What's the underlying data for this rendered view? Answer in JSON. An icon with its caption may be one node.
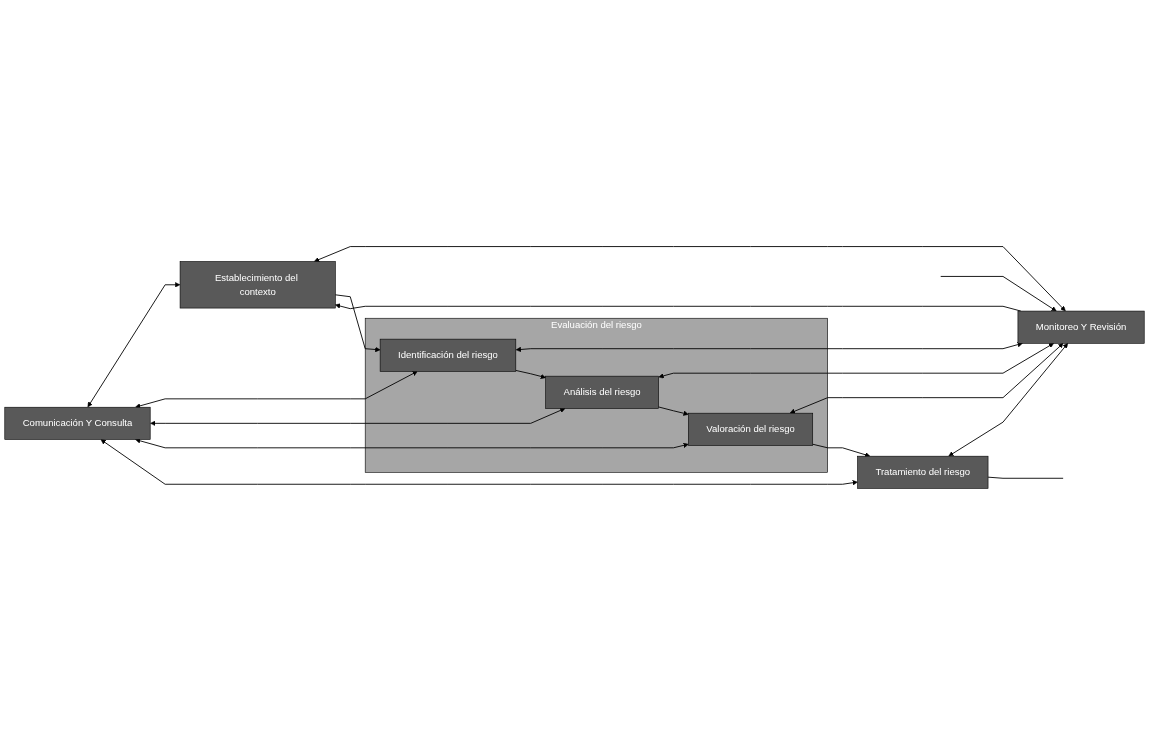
{
  "diagram": {
    "nodes": [
      {
        "text": [
          "Comunicación Y Consulta"
        ]
      },
      {
        "text": [
          "Establecimiento del contexto"
        ]
      },
      {
        "text": [
          "Evaluación del riesgo"
        ]
      },
      {
        "text": [
          "Identificación del riesgo"
        ],
        "in": 2
      },
      {
        "text": [
          "Análisis del riesgo"
        ],
        "in": 2
      },
      {
        "text": [
          "Valoración del riesgo"
        ],
        "in": 2
      },
      {
        "text": [
          "Tratamiento del riesgo"
        ]
      },
      {
        "text": [
          "Monitoreo Y Revisión"
        ]
      }
    ],
    "edges": [
      {
        "from": 7,
        "to": 1,
        "arrow": "to"
      },
      {
        "from": 0,
        "to": 1,
        "arrow": "both"
      },
      {
        "from": 1,
        "to": 7,
        "arrow": "both"
      },
      {
        "from": 1,
        "to": 3,
        "arrow": "to"
      },
      {
        "from": 0,
        "to": 3,
        "arrow": "both"
      },
      {
        "from": 3,
        "to": 7,
        "arrow": "both"
      },
      {
        "from": 3,
        "to": 4,
        "arrow": "to"
      },
      {
        "from": 0,
        "to": 4,
        "arrow": "both"
      },
      {
        "from": 4,
        "to": 7,
        "arrow": "both"
      },
      {
        "from": 4,
        "to": 5,
        "arrow": "to"
      },
      {
        "from": 0,
        "to": 5,
        "arrow": "both"
      },
      {
        "from": 5,
        "to": 7,
        "arrow": "both"
      },
      {
        "from": 5,
        "to": 6,
        "arrow": "to"
      },
      {
        "from": 0,
        "to": 6,
        "arrow": "both"
      },
      {
        "from": 6,
        "to": 7,
        "arrow": "both"
      },
      {
        "from": 6,
        "to": null,
        "arrow": "none"
      },
      {
        "from": null,
        "to": 7,
        "arrow": "to"
      }
    ]
  }
}
